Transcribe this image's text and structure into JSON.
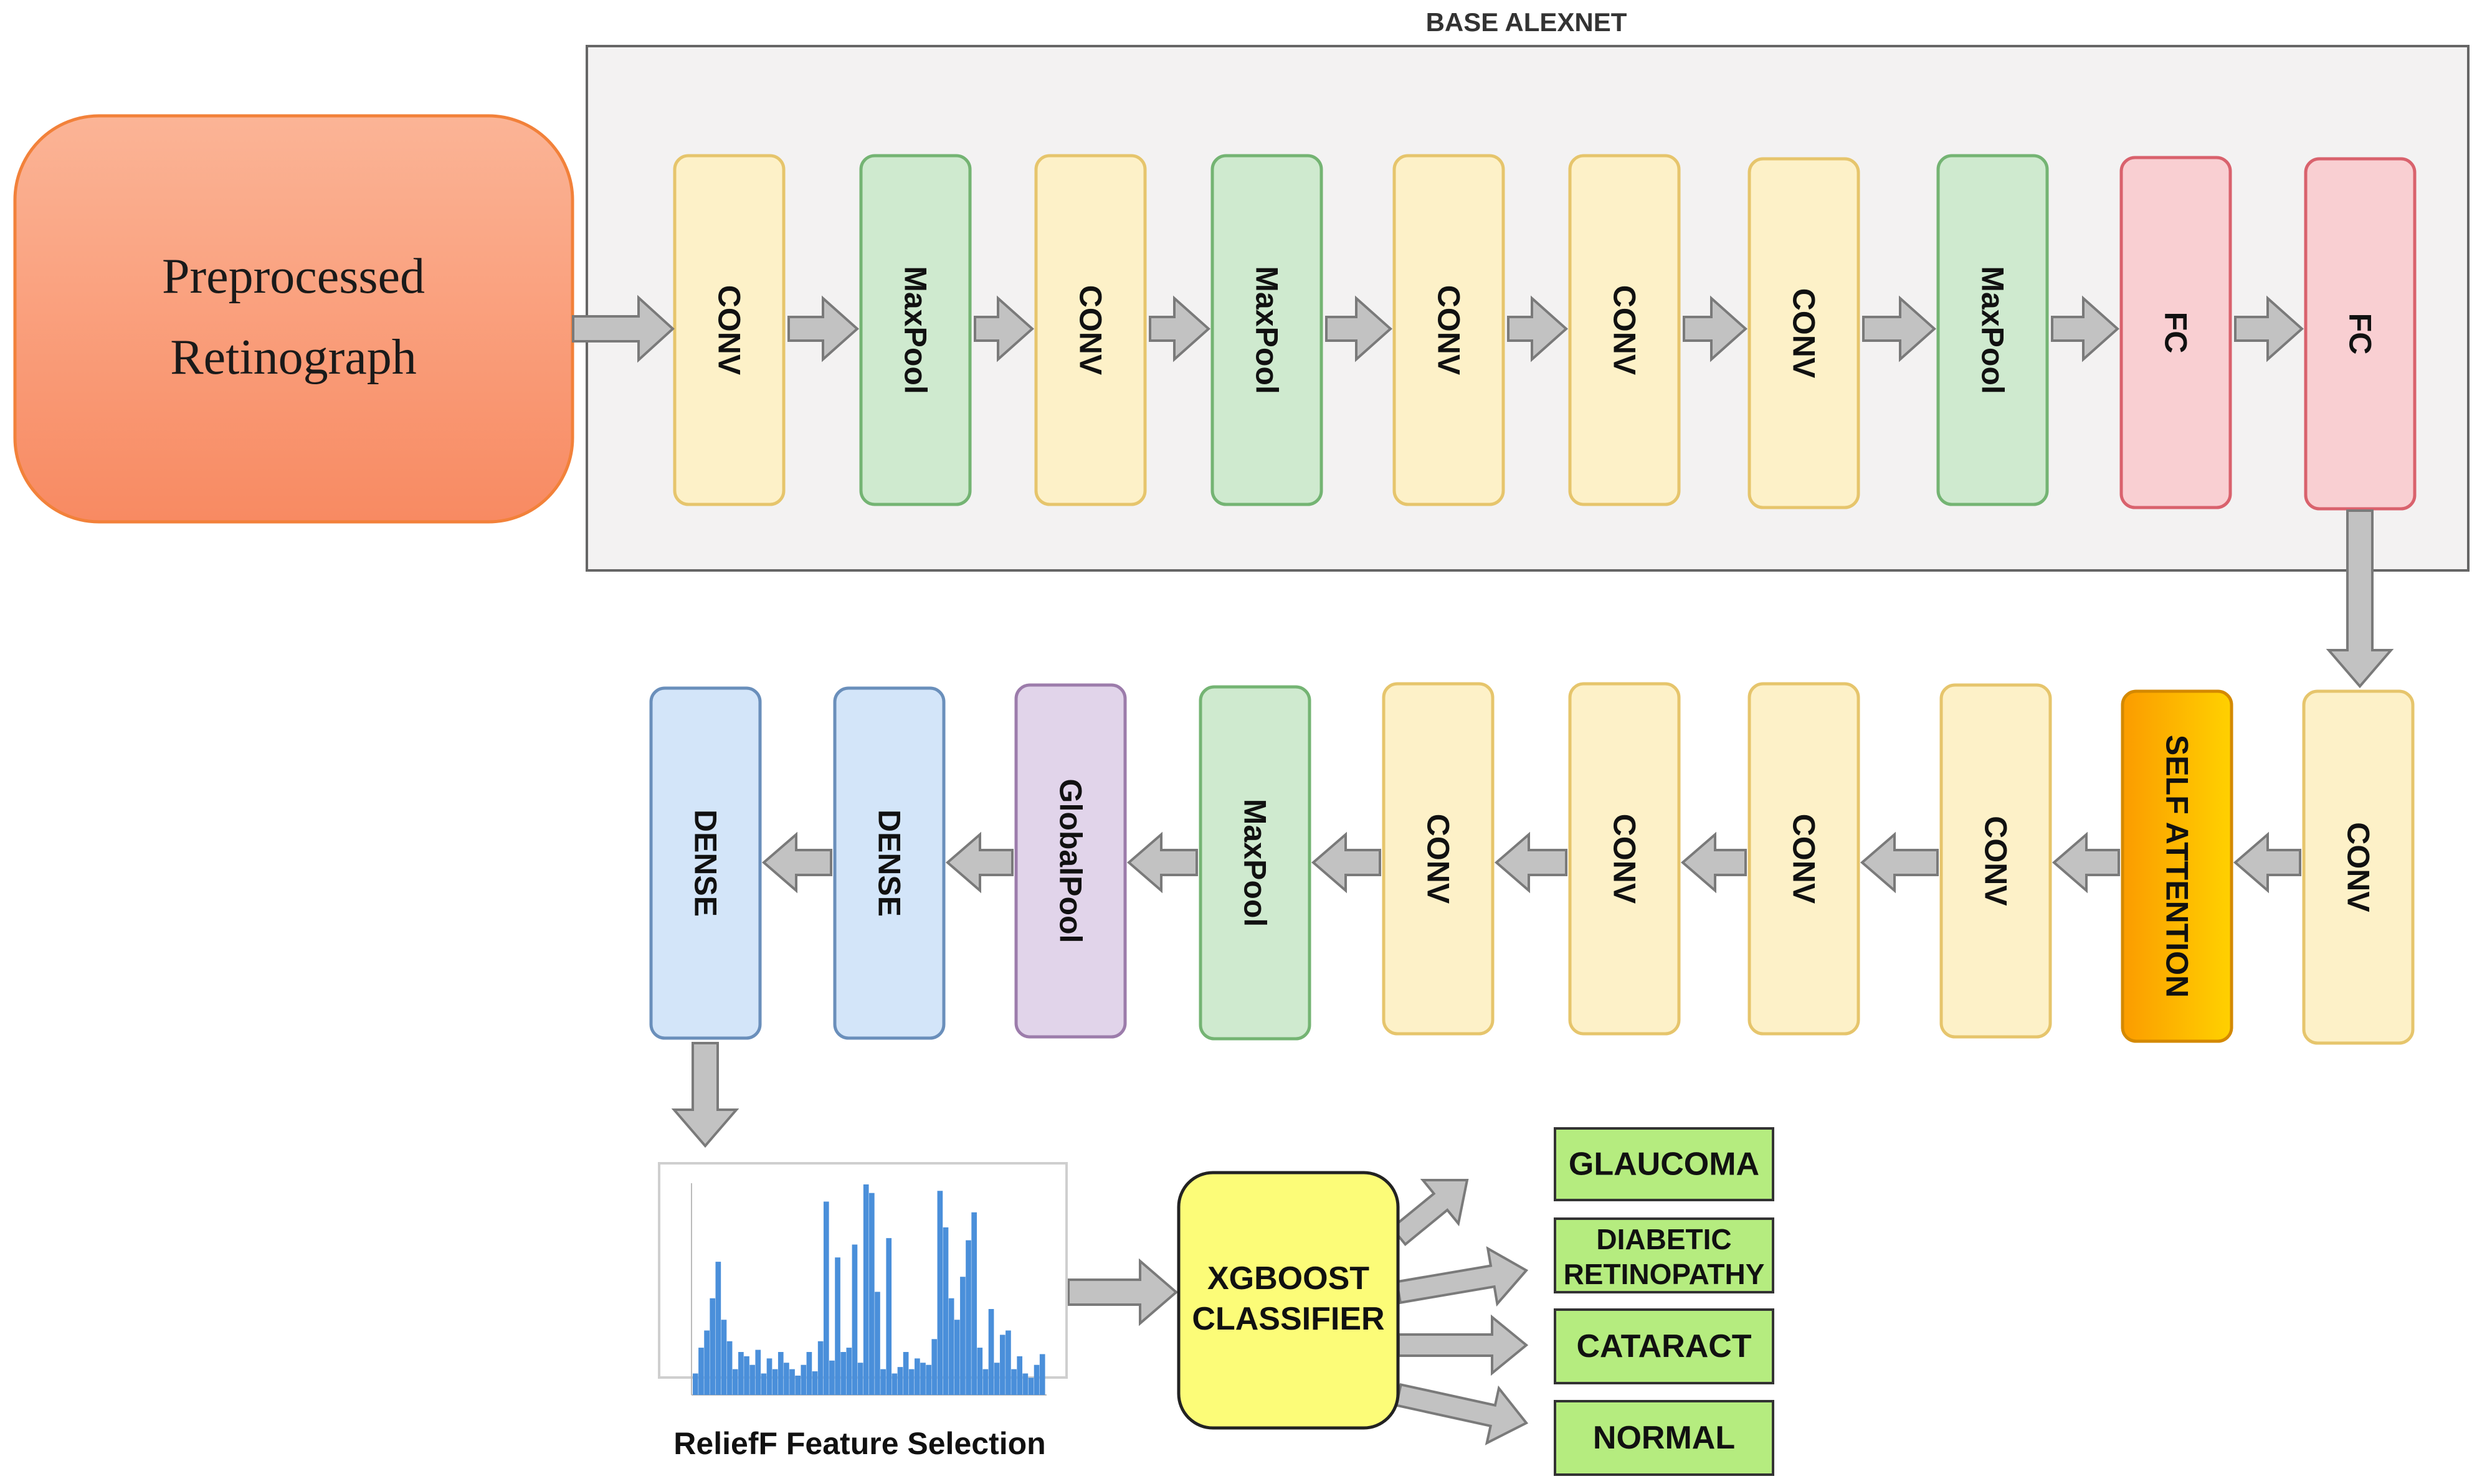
{
  "group_title": "BASE ALEXNET",
  "input_box": {
    "line1": "Preprocessed",
    "line2": "Retinograph"
  },
  "top_layers": [
    "CONV",
    "MaxPool",
    "CONV",
    "MaxPool",
    "CONV",
    "CONV",
    "CONV",
    "MaxPool",
    "FC",
    "FC"
  ],
  "bottom_layers_right_to_left": [
    "CONV",
    "SELF ATTENTION",
    "CONV",
    "CONV",
    "CONV",
    "CONV",
    "MaxPool",
    "GlobalPool",
    "DENSE",
    "DENSE"
  ],
  "feature_selection_caption": "ReliefF Feature Selection",
  "feature_chart": {
    "type": "bar",
    "values": [
      0.1,
      0.22,
      0.3,
      0.45,
      0.62,
      0.35,
      0.25,
      0.12,
      0.2,
      0.18,
      0.14,
      0.21,
      0.1,
      0.17,
      0.12,
      0.2,
      0.15,
      0.12,
      0.09,
      0.14,
      0.2,
      0.11,
      0.25,
      0.9,
      0.16,
      0.64,
      0.2,
      0.22,
      0.7,
      0.15,
      0.98,
      0.94,
      0.48,
      0.12,
      0.73,
      0.1,
      0.13,
      0.2,
      0.12,
      0.17,
      0.15,
      0.14,
      0.26,
      0.95,
      0.78,
      0.45,
      0.35,
      0.55,
      0.72,
      0.85,
      0.22,
      0.12,
      0.4,
      0.15,
      0.28,
      0.3,
      0.12,
      0.18,
      0.1,
      0.08,
      0.14,
      0.19
    ]
  },
  "classifier": {
    "line1": "XGBOOST",
    "line2": "CLASSIFIER"
  },
  "outputs": [
    {
      "lines": [
        "GLAUCOMA"
      ]
    },
    {
      "lines": [
        "DIABETIC",
        "RETINOPATHY"
      ]
    },
    {
      "lines": [
        "CATARACT"
      ]
    },
    {
      "lines": [
        "NORMAL"
      ]
    }
  ],
  "colors": {
    "conv_fill": "#fdf1c8",
    "conv_stroke": "#e6c56c",
    "pool_fill": "#cfeacf",
    "pool_stroke": "#74b473",
    "fc_fill": "#f9cfd2",
    "fc_stroke": "#d9626d",
    "dense_fill": "#d3e5f9",
    "dense_stroke": "#6a8fbb",
    "global_fill": "#e1d4ea",
    "global_stroke": "#9c7cab",
    "attention_fill": "#fca800",
    "attention_stroke": "#d48900",
    "input_fill": "#f89773",
    "input_stroke": "#f2813a",
    "classifier_fill": "#fcfc78",
    "classifier_stroke": "#222222",
    "output_fill": "#b5ec7f",
    "output_stroke": "#333333",
    "arrow_fill": "#c2c2c2",
    "arrow_stroke": "#7a7a7a",
    "group_fill": "#f3f2f2",
    "group_stroke": "#666666",
    "bar_fill": "#4a8fda"
  }
}
